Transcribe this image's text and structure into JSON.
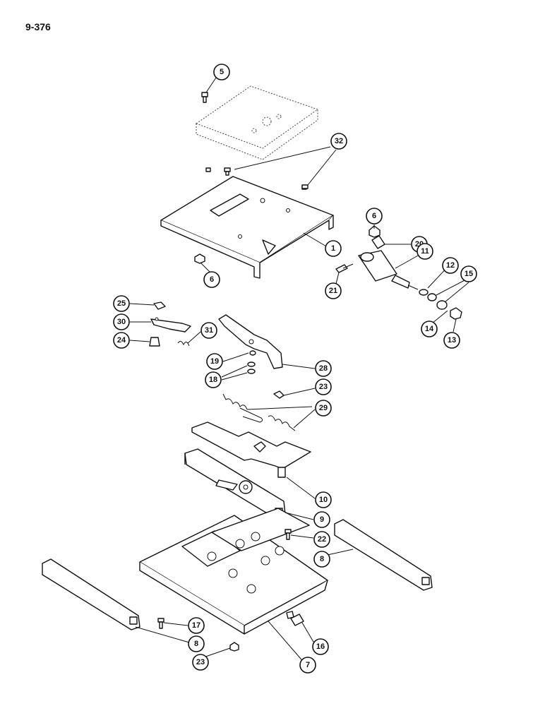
{
  "page_number": "9-376",
  "callouts": [
    {
      "id": "c5",
      "label": "5"
    },
    {
      "id": "c32",
      "label": "32"
    },
    {
      "id": "c1",
      "label": "1"
    },
    {
      "id": "c6a",
      "label": "6"
    },
    {
      "id": "c6b",
      "label": "6"
    },
    {
      "id": "c20",
      "label": "20"
    },
    {
      "id": "c11",
      "label": "11"
    },
    {
      "id": "c12",
      "label": "12"
    },
    {
      "id": "c15",
      "label": "15"
    },
    {
      "id": "c21",
      "label": "21"
    },
    {
      "id": "c14",
      "label": "14"
    },
    {
      "id": "c13",
      "label": "13"
    },
    {
      "id": "c25",
      "label": "25"
    },
    {
      "id": "c30",
      "label": "30"
    },
    {
      "id": "c31",
      "label": "31"
    },
    {
      "id": "c24",
      "label": "24"
    },
    {
      "id": "c19",
      "label": "19"
    },
    {
      "id": "c28",
      "label": "28"
    },
    {
      "id": "c18",
      "label": "18"
    },
    {
      "id": "c23a",
      "label": "23"
    },
    {
      "id": "c29",
      "label": "29"
    },
    {
      "id": "c10",
      "label": "10"
    },
    {
      "id": "c9",
      "label": "9"
    },
    {
      "id": "c22",
      "label": "22"
    },
    {
      "id": "c8a",
      "label": "8"
    },
    {
      "id": "c17",
      "label": "17"
    },
    {
      "id": "c8b",
      "label": "8"
    },
    {
      "id": "c16",
      "label": "16"
    },
    {
      "id": "c23b",
      "label": "23"
    },
    {
      "id": "c7",
      "label": "7"
    }
  ]
}
